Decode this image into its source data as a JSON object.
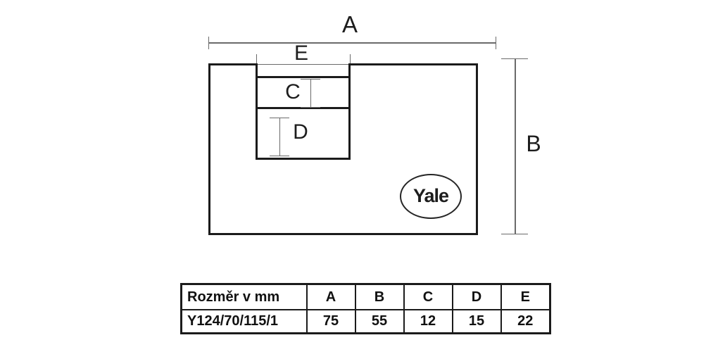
{
  "diagram": {
    "dim_labels": {
      "a": "A",
      "b": "B",
      "c": "C",
      "d": "D",
      "e": "E"
    },
    "logo_text": "Yale"
  },
  "table": {
    "header": [
      "Rozměr v mm",
      "A",
      "B",
      "C",
      "D",
      "E"
    ],
    "rows": [
      [
        "Y124/70/115/1",
        "75",
        "55",
        "12",
        "15",
        "22"
      ]
    ]
  },
  "colors": {
    "outline": "#1b1b1b",
    "dim_line": "#6a6a6a",
    "background": "#ffffff"
  }
}
